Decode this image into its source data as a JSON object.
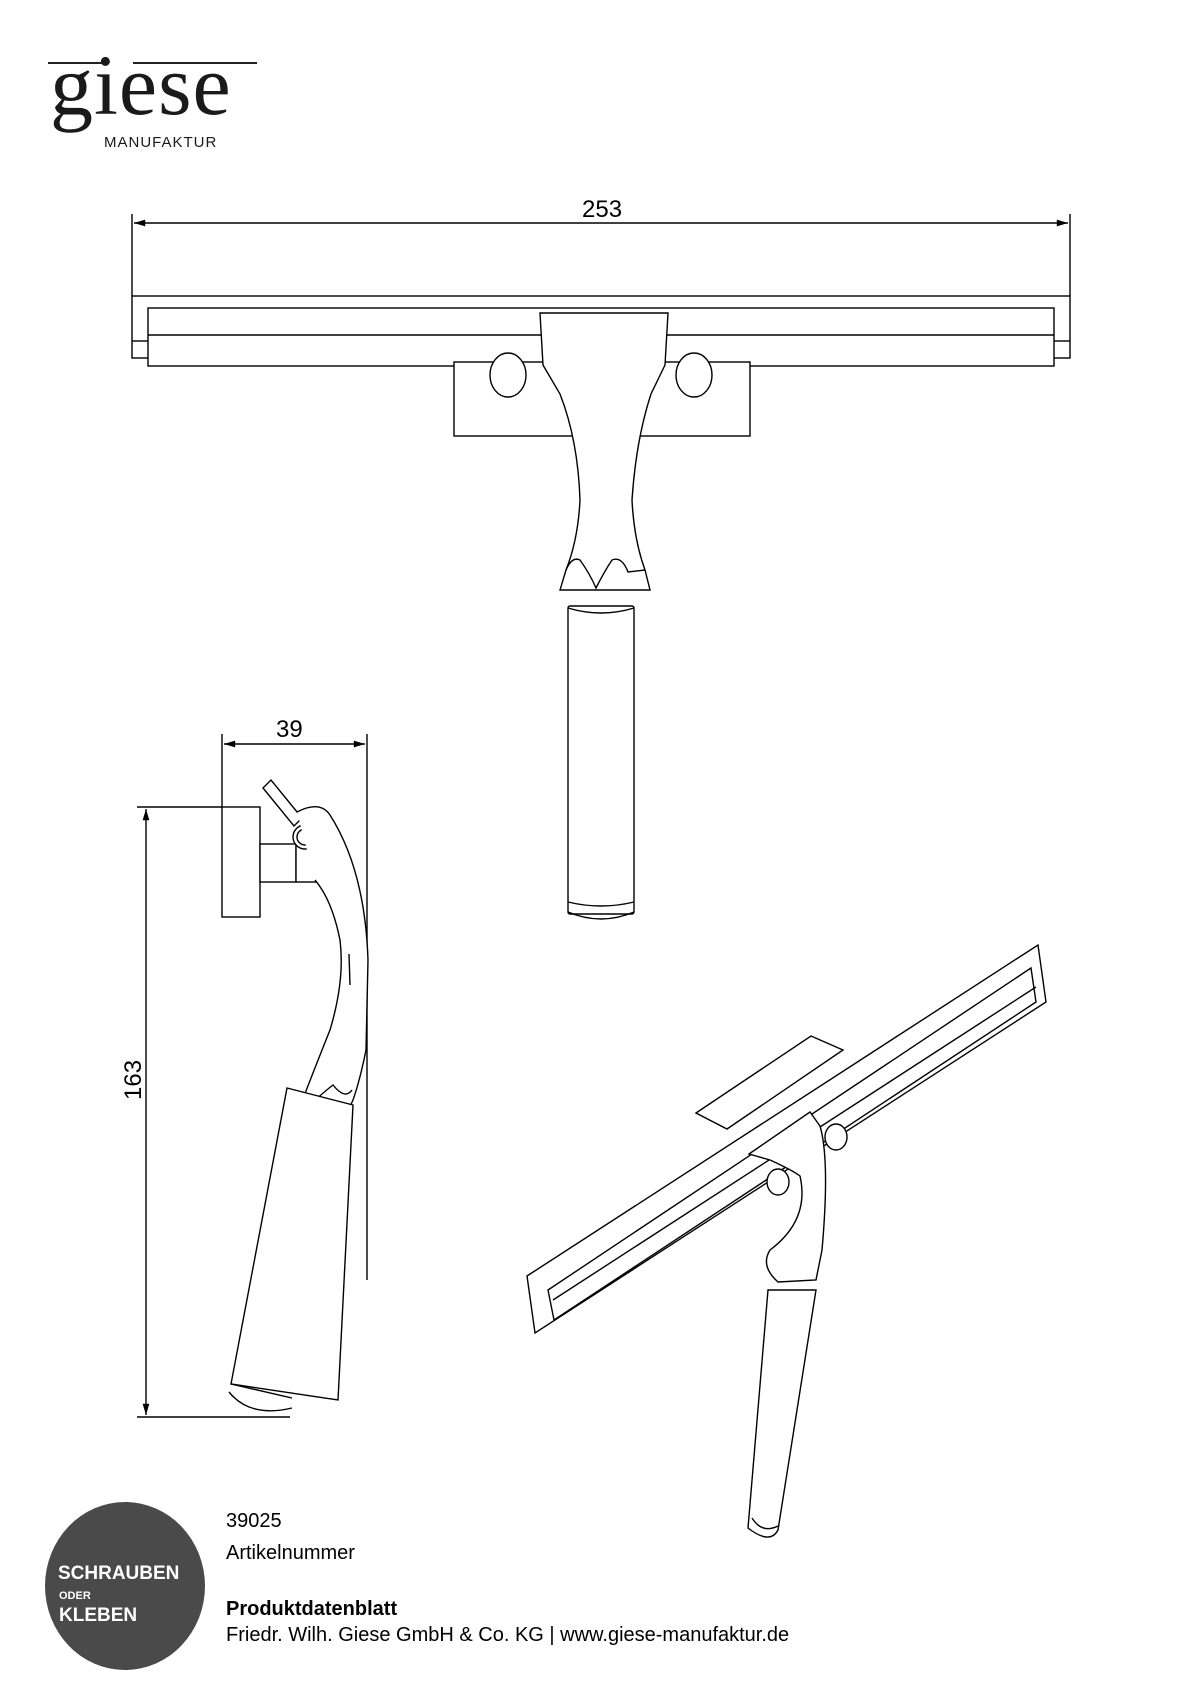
{
  "logo": {
    "wordmark": "giese",
    "subtitle": "MANUFAKTUR"
  },
  "drawing": {
    "views": [
      "front-view",
      "side-view",
      "isometric-view"
    ],
    "dimensions": {
      "width": "253",
      "depth": "39",
      "height": "163"
    },
    "line_color": "#000000"
  },
  "badge": {
    "line1": "SCHRAUBEN",
    "line2": "ODER",
    "line3": "KLEBEN",
    "color": "#4a4a4a"
  },
  "product": {
    "article_number": "39025",
    "article_label": "Artikelnummer",
    "sheet_title": "Produktdatenblatt",
    "company_line": "Friedr. Wilh. Giese GmbH & Co. KG | www.giese-manufaktur.de"
  }
}
